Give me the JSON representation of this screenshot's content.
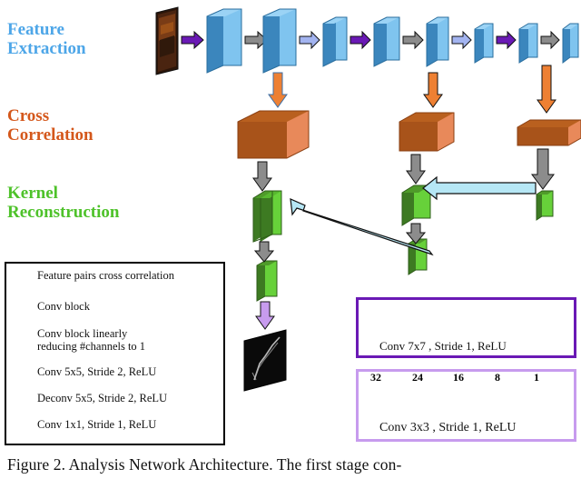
{
  "figure": {
    "caption": "Figure 2. Analysis Network Architecture.  The first stage con-",
    "stages": [
      {
        "id": "feature-extraction",
        "label": "Feature\nExtraction",
        "color": "#4da6e8"
      },
      {
        "id": "cross-correlation",
        "label": "Cross\nCorrelation",
        "color": "#d4571b"
      },
      {
        "id": "kernel-reconstruction",
        "label": "Kernel\nReconstruction",
        "color": "#4ec22a"
      }
    ]
  },
  "legend": {
    "items": [
      {
        "arrow": "feature-pairs-cross-correlation-arrow",
        "color": "#ee8033",
        "label": "Feature pairs cross correlation"
      },
      {
        "arrow": "conv-block-arrow",
        "color": "#6a19b5",
        "label": "Conv block"
      },
      {
        "arrow": "conv-block-linear-arrow",
        "color": "#c79bee",
        "label": "Conv block linearly\nreducing #channels to 1"
      },
      {
        "arrow": "conv-5x5-arrow",
        "color": "#a3b4f0",
        "label": "Conv 5x5, Stride 2, ReLU"
      },
      {
        "arrow": "deconv-5x5-arrow",
        "color": "#b6e7f5",
        "label": "Deconv 5x5, Stride 2, ReLU"
      },
      {
        "arrow": "conv-1x1-arrow",
        "color": "#8c8c8c",
        "label": "Conv 1x1, Stride 1, ReLU"
      }
    ]
  },
  "insets": {
    "conv_block": {
      "id": "conv-block-detail",
      "border_color": "#6a19b5",
      "caption": "Conv 7x7 , Stride 1, ReLU",
      "arrow_color": "#d7e8a0",
      "block_count": 4
    },
    "conv_block_linear": {
      "id": "conv-block-linear-detail",
      "border_color": "#c79bee",
      "caption": "Conv 3x3 , Stride 1, ReLU",
      "arrow_color": "#62b92a",
      "channel_labels": [
        "32",
        "24",
        "16",
        "8",
        "1"
      ]
    }
  },
  "diagram": {
    "colors": {
      "block_blue_face": "#7fc4ef",
      "block_blue_side": "#3b86bd",
      "block_blue_top": "#9bd3f5",
      "block_orange_face": "#a8531a",
      "block_orange_side": "#e8895a",
      "block_orange_top": "#b9601f",
      "block_green_face": "#3d7a22",
      "block_green_side": "#67d13a",
      "block_green_top": "#4f9b2a",
      "arrow_gray": "#8c8c8c",
      "arrow_purple": "#6a19b5",
      "arrow_light_purple": "#c79bee",
      "arrow_periwinkle": "#a3b4f0",
      "arrow_orange": "#ee8033",
      "arrow_cyan": "#b6e7f5"
    },
    "input_image": "blurred-photo-thumbnail",
    "output_image": "estimated-blur-kernel"
  }
}
